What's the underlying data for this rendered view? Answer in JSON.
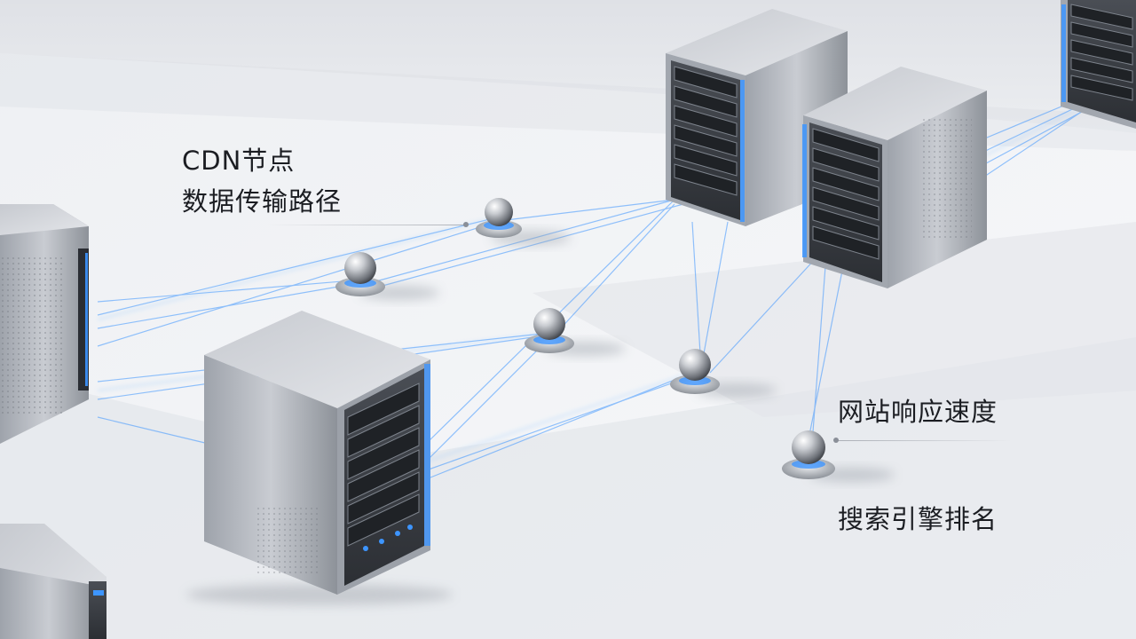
{
  "labels": {
    "cdn_node": "CDN节点",
    "data_path": "数据传输路径",
    "site_speed": "网站响应速度",
    "seo_rank": "搜索引擎排名"
  },
  "colors": {
    "accent_blue": "#2f8bff",
    "floor": "#f2f3f5",
    "shadow": "#d9dce2",
    "server_body": "#b8bcc4"
  },
  "icons": [
    "server-icon",
    "node-sphere-icon"
  ]
}
